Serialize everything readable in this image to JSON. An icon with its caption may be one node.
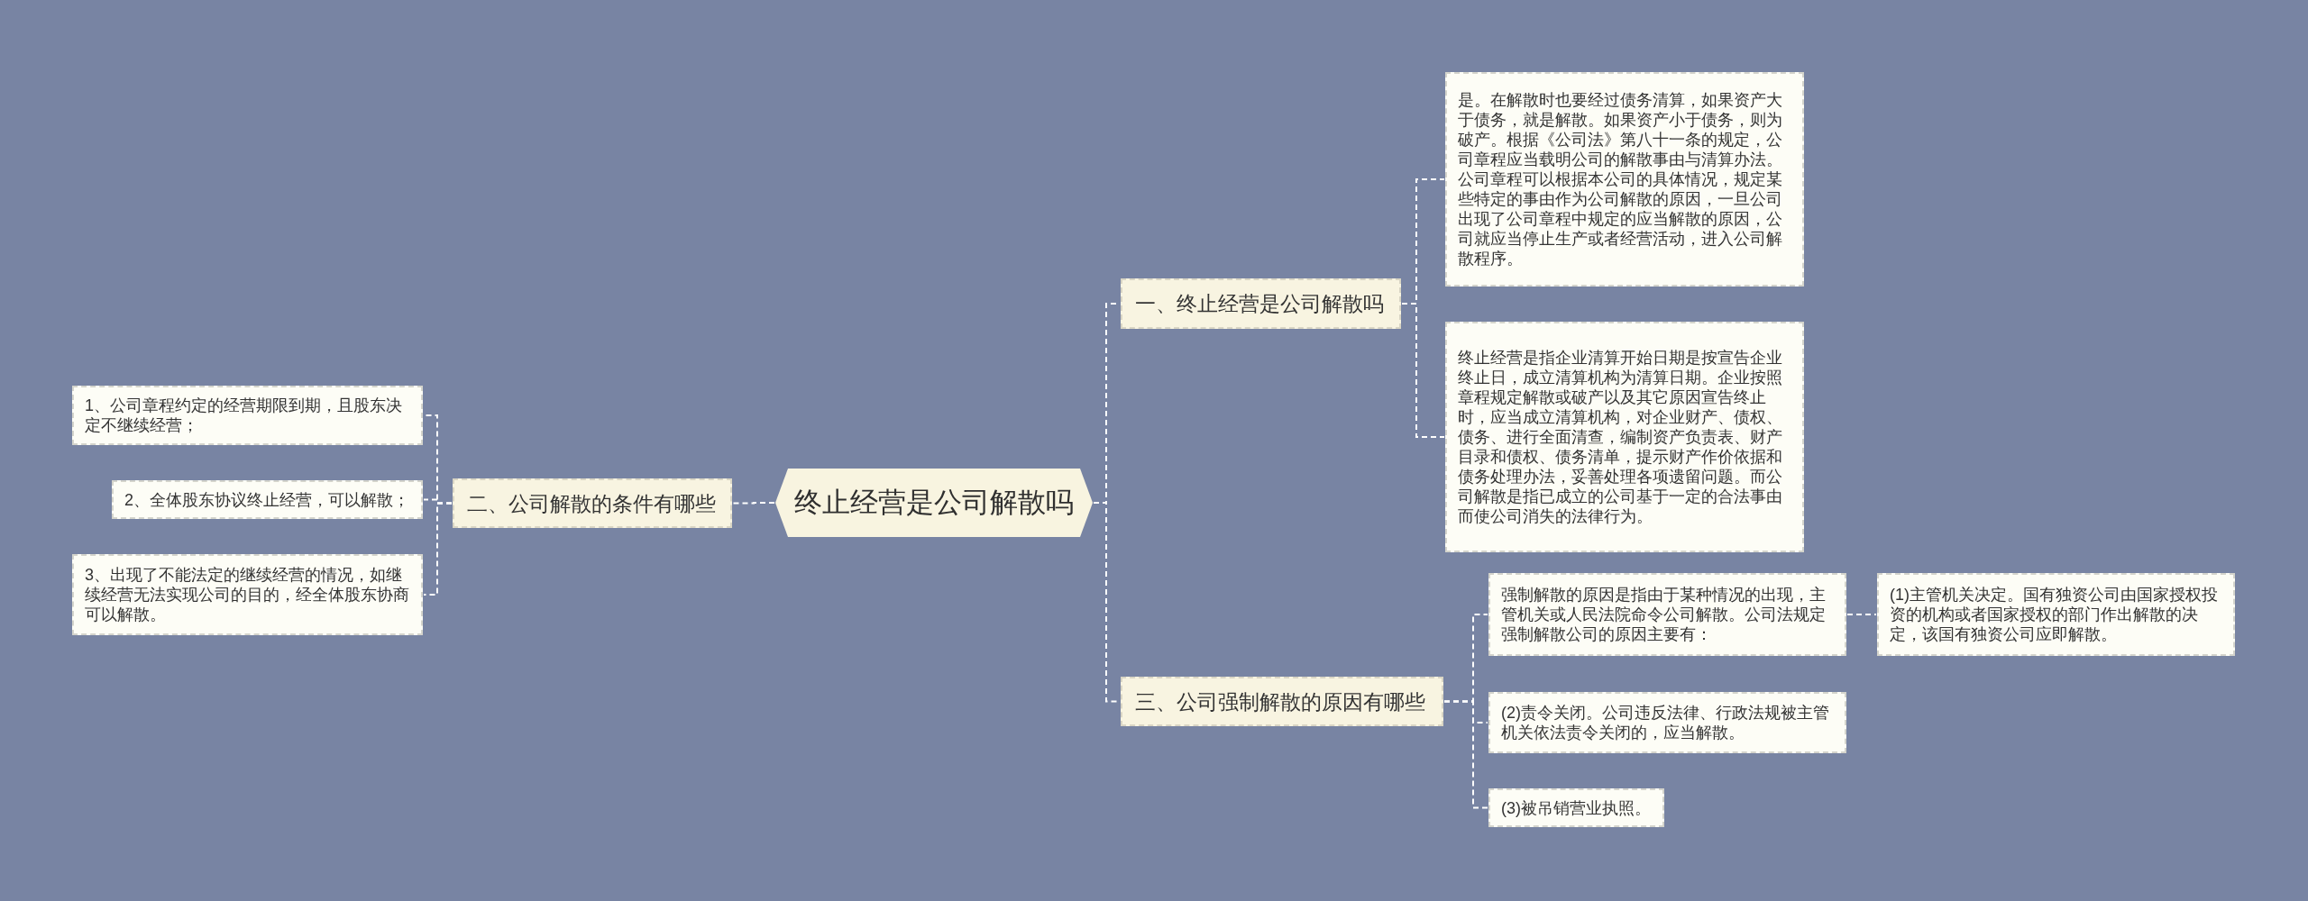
{
  "diagram": {
    "nodes": [
      {
        "text": [
          "终止经营是公司解散吗"
        ]
      },
      {
        "text": [
          "一、终止经营是公司解散吗"
        ]
      },
      {
        "text": [
          "是。在解散时也要经过债务清算，如果资产大于债务，就是解散。如果资产小于债务，则为破产。根据《公司法》第八十一条的规定，公司章程应当载明公司的解散事由与清算办法。公司章程可以根据本公司的具体情况，规定某些特定的事由作为公司解散的原因，一旦公司出现了公司章程中规定的应当解散的原因，公司就应当停止生产或者经营活动，进入公司解散程序。"
        ]
      },
      {
        "text": [
          "终止经营是指企业清算开始日期是按宣告企业终止日，成立清算机构为清算日期。企业按照章程规定解散或破产以及其它原因宣告终止时，应当成立清算机构，对企业财产、债权、债务、进行全面清查，编制资产负责表、财产目录和债权、债务清单，提示财产作价依据和债务处理办法，妥善处理各项遗留问题。而公司解散是指已成立的公司基于一定的合法事由而使公司消失的法律行为。"
        ]
      },
      {
        "text": [
          "二、公司解散的条件有哪些"
        ]
      },
      {
        "text": [
          "1、公司章程约定的经营期限到期，且股东决定不继续经营；"
        ]
      },
      {
        "text": [
          "2、全体股东协议终止经营，可以解散；"
        ]
      },
      {
        "text": [
          "3、出现了不能法定的继续经营的情况，如继续经营无法实现公司的目的，经全体股东协商可以解散。"
        ]
      },
      {
        "text": [
          "三、公司强制解散的原因有哪些"
        ]
      },
      {
        "text": [
          "强制解散的原因是指由于某种情况的出现，主管机关或人民法院命令公司解散。公司法规定强制解散公司的原因主要有："
        ]
      },
      {
        "text": [
          "(1)主管机关决定。国有独资公司由国家授权投资的机构或者国家授权的部门作出解散的决定，该国有独资公司应即解散。"
        ]
      },
      {
        "text": [
          "(2)责令关闭。公司违反法律、行政法规被主管机关依法责令关闭的，应当解散。"
        ]
      },
      {
        "text": [
          "(3)被吊销营业执照。"
        ]
      }
    ],
    "edges": [
      {
        "from": 0,
        "to": 1,
        "arrow": "none"
      },
      {
        "from": 1,
        "to": 2,
        "arrow": "none"
      },
      {
        "from": 1,
        "to": 3,
        "arrow": "none"
      },
      {
        "from": 0,
        "to": 4,
        "arrow": "none"
      },
      {
        "from": 4,
        "to": 5,
        "arrow": "none"
      },
      {
        "from": 4,
        "to": 6,
        "arrow": "none"
      },
      {
        "from": 4,
        "to": 7,
        "arrow": "none"
      },
      {
        "from": 0,
        "to": 8,
        "arrow": "none"
      },
      {
        "from": 8,
        "to": 9,
        "arrow": "none"
      },
      {
        "from": 9,
        "to": 10,
        "arrow": "none"
      },
      {
        "from": 8,
        "to": 11,
        "arrow": "none"
      },
      {
        "from": 8,
        "to": 12,
        "arrow": "none"
      }
    ]
  }
}
